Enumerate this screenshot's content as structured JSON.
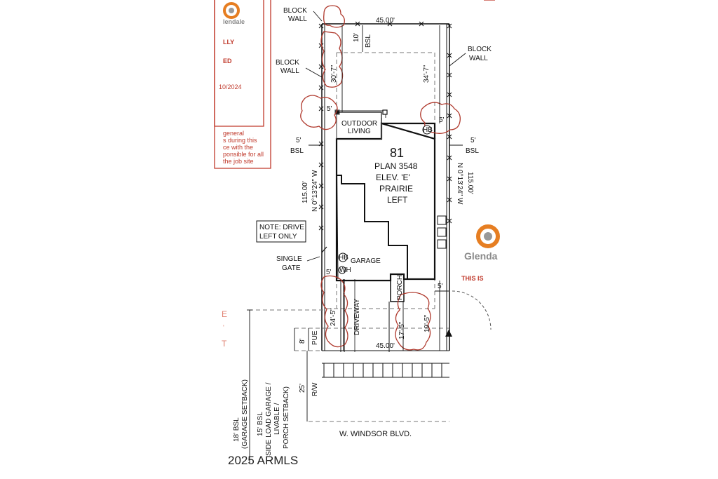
{
  "lot": {
    "number": "81",
    "plan": "PLAN 3548",
    "elevation": "ELEV. 'E'",
    "style": "PRAIRIE",
    "orientation": "LEFT"
  },
  "dimensions": {
    "top_width": "45.00'",
    "bottom_width": "45.00'",
    "left_length": "115.00'",
    "left_bearing": "N 0°13'24\" W",
    "right_length": "115.00'",
    "right_bearing": "N 0°13'24\" W",
    "rear_setback": "10'",
    "rear_setback_label": "BSL",
    "left_rear": "30'-7\"",
    "right_rear": "34'-7\"",
    "left_side_bsl": "5'",
    "right_side_bsl": "5'",
    "bsl_label": "BSL",
    "left_front": "24'-5\"",
    "porch_front": "17'-5\"",
    "right_front": "19'-5\"",
    "small_5_a": "5'",
    "small_5_b": "5'",
    "small_5_c": "5'",
    "small_5_d": "5'",
    "pue_depth": "8'",
    "pue_label": "PUE",
    "rw_depth": "25'",
    "rw_label": "R/W"
  },
  "labels": {
    "block_wall_1": [
      "BLOCK",
      "WALL"
    ],
    "block_wall_2": [
      "BLOCK",
      "WALL"
    ],
    "block_wall_3": [
      "BLOCK",
      "WALL"
    ],
    "outdoor_living": [
      "OUTDOOR",
      "LIVING"
    ],
    "hb": "HB",
    "wh": "WH",
    "garage": "GARAGE",
    "porch": "PORCH",
    "driveway": "DRIVEWAY",
    "note_drive": [
      "NOTE: DRIVE",
      "LEFT ONLY"
    ],
    "single_gate": [
      "SINGLE",
      "GATE"
    ],
    "street": "W. WINDSOR BLVD.",
    "setback_18": [
      "18' BSL",
      "(GARAGE SETBACK)"
    ],
    "setback_15": [
      "15' BSL",
      "SIDE LOAD GARAGE /",
      "LIVABLE /",
      "PORCH SETBACK)"
    ]
  },
  "left_card": {
    "logo_text": "lendale",
    "line1": "LLY",
    "line2": "ED",
    "date": "10/2024",
    "notes": [
      "general",
      "s during this",
      "ce with the",
      "ponsible for all",
      "the job site"
    ]
  },
  "right_card": {
    "logo_text": "Glenda",
    "warning": "THIS IS"
  },
  "watermark": "2025 ARMLS",
  "colors": {
    "accent_red": "#c0392b",
    "logo_orange": "#e67e22",
    "line": "#111111"
  }
}
